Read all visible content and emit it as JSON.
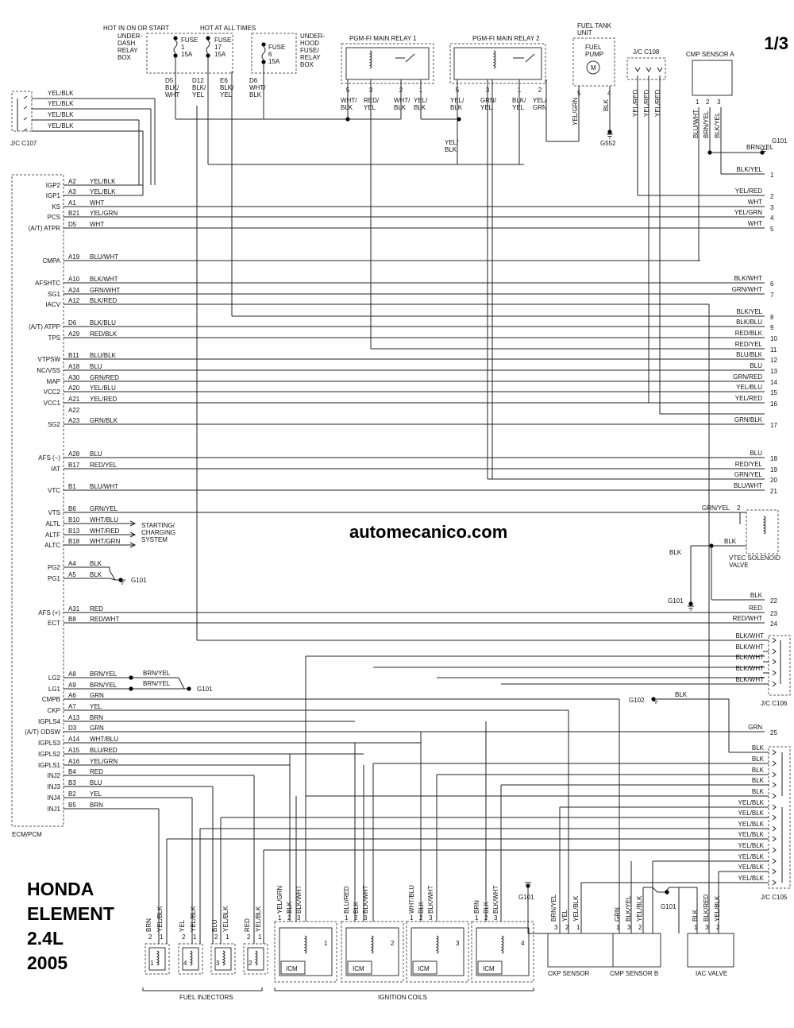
{
  "page_num": "1/3",
  "watermark": "automecanico.com",
  "vehicle": {
    "line1": "HONDA",
    "line2": "ELEMENT",
    "line3": "2.4L",
    "line4": "2005"
  },
  "ecm_label": "ECM/PCM",
  "ecm_pins": [
    {
      "name": "IGP2",
      "pin": "A2",
      "color": "YEL/BLK"
    },
    {
      "name": "IGP1",
      "pin": "A3",
      "color": "YEL/BLK"
    },
    {
      "name": "KS",
      "pin": "A1",
      "color": "WHT",
      "right": "WHT",
      "num": "3"
    },
    {
      "name": "PCS",
      "pin": "B21",
      "color": "YEL/GRN",
      "right": "YEL/GRN",
      "num": "4"
    },
    {
      "name": "(A/T)  ATPR",
      "pin": "D5",
      "color": "WHT",
      "right": "WHT",
      "num": "5"
    },
    {
      "name": "CMPA",
      "pin": "A19",
      "color": "BLU/WHT"
    },
    {
      "name": "AFSHTC",
      "pin": "A10",
      "color": "BLK/WHT",
      "right": "BLK/WHT",
      "num": "6"
    },
    {
      "name": "SG1",
      "pin": "A24",
      "color": "GRN/WHT",
      "right": "GRN/WHT",
      "num": "7"
    },
    {
      "name": "IACV",
      "pin": "A12",
      "color": "BLK/RED"
    },
    {
      "name": "(A/T)  ATPP",
      "pin": "D6",
      "color": "BLK/BLU"
    },
    {
      "name": "TPS",
      "pin": "A29",
      "color": "RED/BLK"
    },
    {
      "name": "VTPSW",
      "pin": "B11",
      "color": "BLU/BLK",
      "right": "BLU/BLK",
      "num": "12"
    },
    {
      "name": "NC/VSS",
      "pin": "A18",
      "color": "BLU",
      "right": "BLU",
      "num": "13"
    },
    {
      "name": "MAP",
      "pin": "A30",
      "color": "GRN/RED",
      "right": "GRN/RED",
      "num": "14"
    },
    {
      "name": "VCC2",
      "pin": "A20",
      "color": "YEL/BLU",
      "right": "YEL/BLU",
      "num": "15"
    },
    {
      "name": "VCC1",
      "pin": "A21",
      "color": "YEL/RED",
      "right": "YEL/RED",
      "num": "16"
    },
    {
      "name": "",
      "pin": "A22",
      "color": ""
    },
    {
      "name": "SG2",
      "pin": "A23",
      "color": "GRN/BLK",
      "right": "GRN/BLK",
      "num": "17"
    },
    {
      "name": "AFS (−)",
      "pin": "A28",
      "color": "BLU",
      "right": "BLU",
      "num": "18"
    },
    {
      "name": "IAT",
      "pin": "B17",
      "color": "RED/YEL",
      "right": "RED/YEL",
      "num": "19"
    },
    {
      "name": "VTC",
      "pin": "B1",
      "color": "BLU/WHT",
      "right": "BLU/WHT",
      "num": "21"
    },
    {
      "name": "VTS",
      "pin": "B6",
      "color": "GRN/YEL"
    },
    {
      "name": "ALTL",
      "pin": "B10",
      "color": "WHT/BLU"
    },
    {
      "name": "ALTF",
      "pin": "B13",
      "color": "WHT/RED"
    },
    {
      "name": "ALTC",
      "pin": "B18",
      "color": "WHT/GRN"
    },
    {
      "name": "PG2",
      "pin": "A4",
      "color": "BLK"
    },
    {
      "name": "PG1",
      "pin": "A5",
      "color": "BLK"
    },
    {
      "name": "AFS (+)",
      "pin": "A31",
      "color": "RED",
      "right": "RED",
      "num": "23"
    },
    {
      "name": "ECT",
      "pin": "B8",
      "color": "RED/WHT",
      "right": "RED/WHT",
      "num": "24"
    },
    {
      "name": "LG2",
      "pin": "A8",
      "color": "BRN/YEL"
    },
    {
      "name": "LG1",
      "pin": "A9",
      "color": "BRN/YEL"
    },
    {
      "name": "CMPB",
      "pin": "A6",
      "color": "GRN"
    },
    {
      "name": "CKP",
      "pin": "A7",
      "color": "YEL"
    },
    {
      "name": "IGPLS4",
      "pin": "A13",
      "color": "BRN"
    },
    {
      "name": "(A/T) ODSW",
      "pin": "D3",
      "color": "GRN",
      "right": "GRN",
      "num": "25"
    },
    {
      "name": "IGPLS3",
      "pin": "A14",
      "color": "WHT/BLU"
    },
    {
      "name": "IGPLS2",
      "pin": "A15",
      "color": "BLU/RED"
    },
    {
      "name": "IGPLS1",
      "pin": "A16",
      "color": "YEL/GRN"
    },
    {
      "name": "INJ2",
      "pin": "B4",
      "color": "RED"
    },
    {
      "name": "INJ3",
      "pin": "B3",
      "color": "BLU"
    },
    {
      "name": "INJ4",
      "pin": "B2",
      "color": "YEL"
    },
    {
      "name": "INJ1",
      "pin": "B5",
      "color": "BRN"
    }
  ],
  "right_only": [
    {
      "label": "BLK/YEL",
      "num": "1"
    },
    {
      "label": "YEL/RED",
      "num": "2"
    },
    {
      "label": "BLK/YEL",
      "num": "8"
    },
    {
      "label": "BLK/BLU",
      "num": "9"
    },
    {
      "label": "RED/BLK",
      "num": "10"
    },
    {
      "label": "RED/YEL",
      "num": "11"
    },
    {
      "label": "GRN/YEL",
      "num": "20"
    },
    {
      "label": "BLK",
      "num": "22"
    }
  ],
  "fuses": {
    "hot_on_start": "HOT IN ON OR START",
    "hot_all_times": "HOT AT ALL TIMES",
    "under_dash": [
      "UNDER-",
      "DASH",
      "RELAY",
      "BOX"
    ],
    "under_hood": [
      "UNDER-",
      "HOOD",
      "FUSE/",
      "RELAY",
      "BOX"
    ],
    "fuse1": [
      "FUSE",
      "1",
      "15A"
    ],
    "fuse17": [
      "FUSE",
      "17",
      "15A"
    ],
    "fuse6": [
      "FUSE",
      "6",
      "15A"
    ],
    "pins": [
      [
        "D5",
        "BLK/",
        "WHT"
      ],
      [
        "D12",
        "BLK/",
        "YEL"
      ],
      [
        "E6",
        "BLK/",
        "YEL"
      ],
      [
        "D6",
        "WHT/",
        "BLK"
      ]
    ]
  },
  "relay1": {
    "title": "PGM-FI MAIN RELAY 1",
    "pins": [
      [
        "5",
        "WHT/",
        "BLK"
      ],
      [
        "3",
        "RED/",
        "YEL"
      ],
      [
        "2",
        "WHT/",
        "BLK"
      ],
      [
        "1",
        "YEL/",
        "BLK"
      ]
    ]
  },
  "relay2": {
    "title": "PGM-FI MAIN RELAY 2",
    "pins": [
      [
        "5",
        "YEL/",
        "BLK"
      ],
      [
        "3",
        "GRN/",
        "YEL"
      ],
      [
        "1",
        "BLK/",
        "YEL"
      ],
      [
        "2",
        "YEL/",
        "GRN"
      ]
    ]
  },
  "relay_jumper": [
    "YEL/",
    "BLK"
  ],
  "fuel_tank": {
    "title": [
      "FUEL TANK",
      "UNIT"
    ],
    "pump": [
      "FUEL",
      "PUMP"
    ],
    "motor": "M",
    "pins": [
      "5",
      "4"
    ],
    "wires": [
      "YEL/GRN",
      "BLK"
    ],
    "ground": "G552"
  },
  "jc_c108": {
    "title": "J/C C108",
    "wires": [
      "YEL/RED",
      "YEL/RED",
      "YEL/RED"
    ]
  },
  "cmp_a": {
    "title": "CMP SENSOR A",
    "pins": [
      "1",
      "2",
      "3"
    ],
    "wires": [
      "BLU/WHT",
      "BRN/YEL",
      "BLK/YEL"
    ],
    "ground": "G101",
    "gwire": "BRN/YEL"
  },
  "jc_c107": {
    "title": "J/C C107",
    "wires": [
      "YEL/BLK",
      "YEL/BLK",
      "YEL/BLK",
      "YEL/BLK"
    ]
  },
  "starting": [
    "STARTING/",
    "CHARGING",
    "SYSTEM"
  ],
  "pg_ground": "G101",
  "lg_wires": [
    "BRN/YEL",
    "BRN/YEL"
  ],
  "lg_ground": "G101",
  "vtec": {
    "title": [
      "VTEC SOLENOID",
      "VALVE"
    ],
    "w1": "GRN/YEL",
    "p1": "2",
    "w2": "BLK",
    "w3": "BLK",
    "ground": "G101"
  },
  "jc_c106": {
    "title": "J/C C106",
    "wires": [
      "BLK/WHT",
      "BLK/WHT",
      "BLK/WHT",
      "BLK/WHT",
      "BLK/WHT"
    ]
  },
  "g102": {
    "label": "G102",
    "wire": "BLK"
  },
  "jc_c105": {
    "title": "J/C C105",
    "wires": [
      "BLK",
      "BLK",
      "BLK",
      "BLK",
      "BLK",
      "YEL/BLK",
      "YEL/BLK",
      "YEL/BLK",
      "YEL/BLK",
      "YEL/BLK",
      "YEL/BLK",
      "YEL/BLK",
      "YEL/BLK"
    ]
  },
  "injectors": {
    "title": "FUEL INJECTORS",
    "items": [
      {
        "num": "1",
        "w2": "BRN",
        "w1": "YEL/BLK"
      },
      {
        "num": "4",
        "w2": "YEL",
        "w1": "YEL/BLK"
      },
      {
        "num": "3",
        "w2": "BLU",
        "w1": "YEL/BLK"
      },
      {
        "num": "2",
        "w2": "RED",
        "w1": "YEL/BLK"
      }
    ]
  },
  "coils": {
    "title": "IGNITION COILS",
    "icm": "ICM",
    "items": [
      {
        "num": "1",
        "w": [
          "YEL/GRN",
          "BLK",
          "BLK/WHT"
        ]
      },
      {
        "num": "2",
        "w": [
          "BLU/RED",
          "BLK",
          "BLK/WHT"
        ]
      },
      {
        "num": "3",
        "w": [
          "WHT/BLU",
          "BLK",
          "BLK/WHT"
        ]
      },
      {
        "num": "4",
        "w": [
          "BRN",
          "BLK",
          "BLK/WHT"
        ]
      }
    ]
  },
  "ckp": {
    "title": "CKP SENSOR",
    "wires": [
      "BRN/YEL",
      "YEL",
      "YEL/BLK"
    ],
    "ground": "G101"
  },
  "cmp_b": {
    "title": "CMP SENSOR B",
    "wires": [
      "GRN",
      "BLK/YEL",
      "YEL/BLK"
    ]
  },
  "iac": {
    "title": "IAC VALVE",
    "wires": [
      "BLK",
      "BLK/RED",
      "YEL/BLK"
    ],
    "ground": "G101"
  }
}
